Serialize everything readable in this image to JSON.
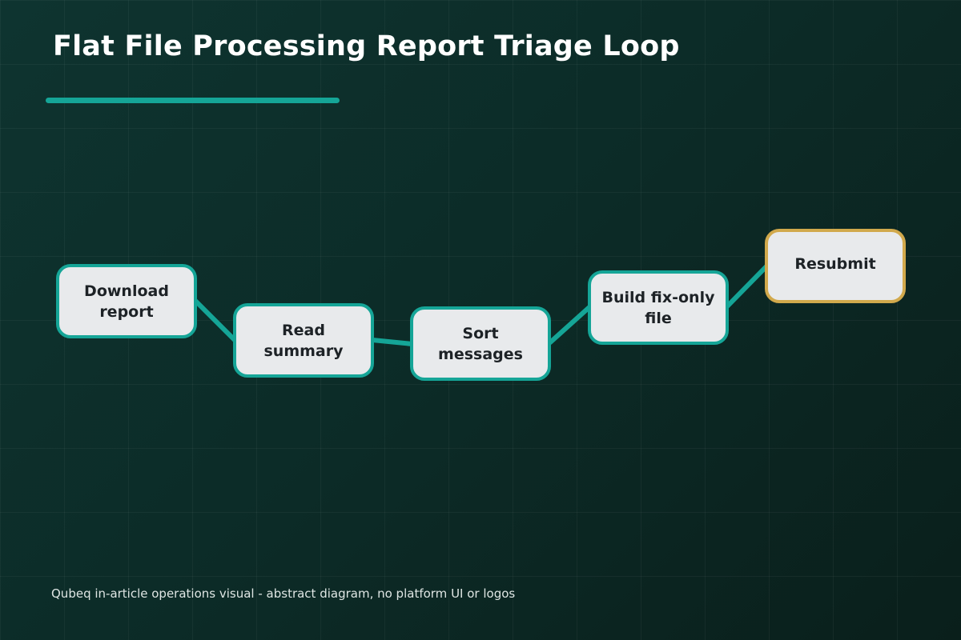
{
  "title": "Flat File Processing Report Triage Loop",
  "footer": "Qubeq in-article operations visual - abstract diagram, no platform UI or logos",
  "colors": {
    "accent_teal": "#15a597",
    "accent_gold": "#d1a94c",
    "node_fill": "#e8eaec",
    "background": "#0c2b27"
  },
  "steps": [
    {
      "label": "Download report"
    },
    {
      "label": "Read summary"
    },
    {
      "label": "Sort messages"
    },
    {
      "label": "Build fix-only file"
    },
    {
      "label": "Resubmit",
      "highlighted": true
    }
  ]
}
